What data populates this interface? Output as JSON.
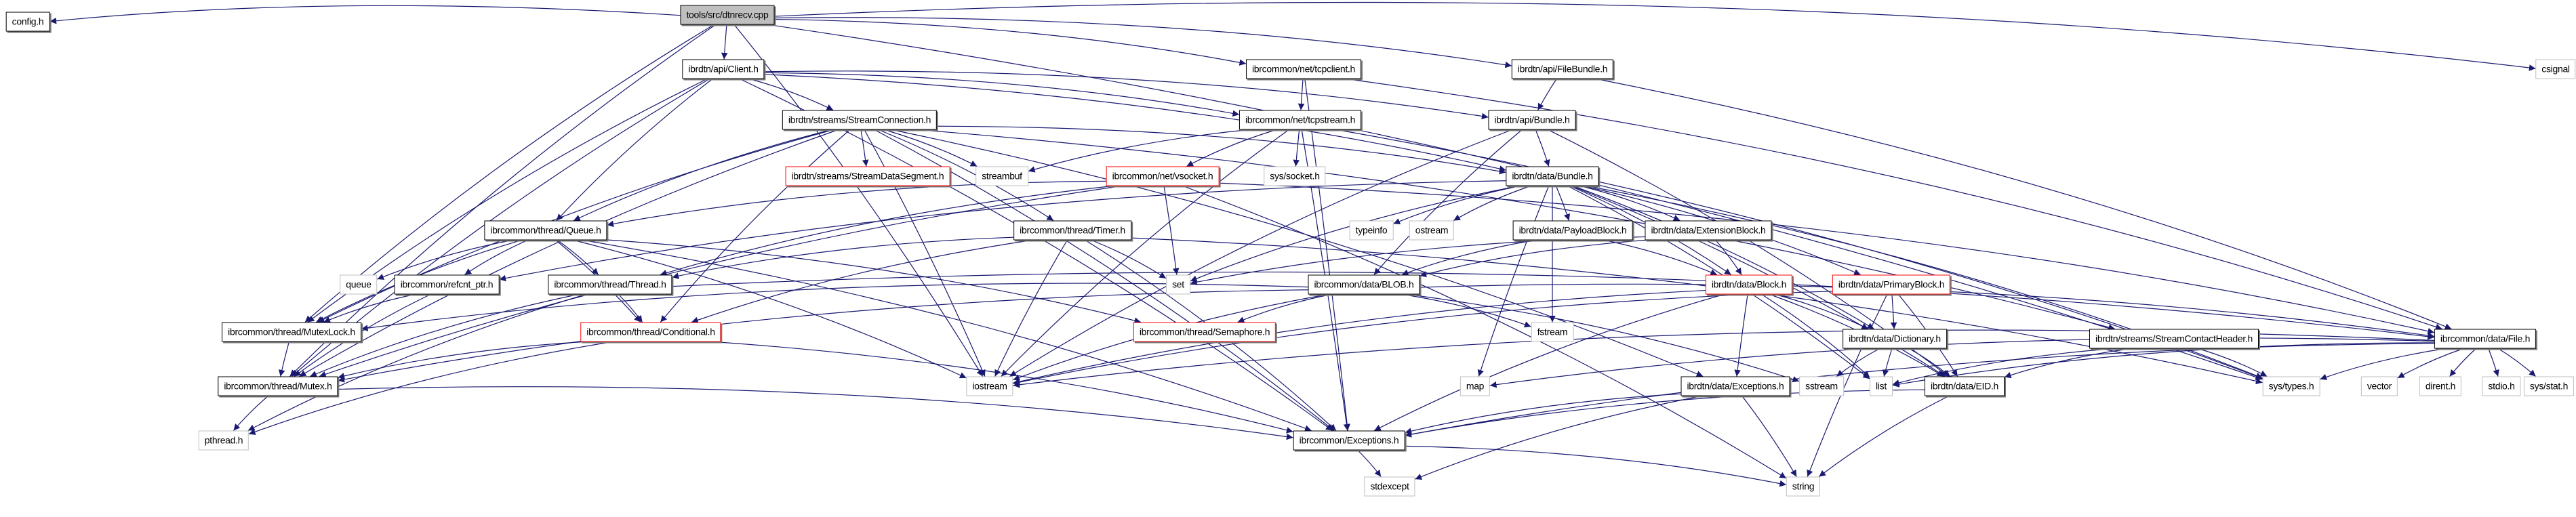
{
  "diagram": {
    "title": "Include dependency graph for tools/src/dtnrecv.cpp",
    "edge_color": "#191970",
    "nodes": [
      {
        "id": "root",
        "label": "tools/src/dtnrecv.cpp",
        "kind": "root"
      },
      {
        "id": "config",
        "label": "config.h",
        "kind": "file"
      },
      {
        "id": "client",
        "label": "ibrdtn/api/Client.h",
        "kind": "file"
      },
      {
        "id": "tcpclient",
        "label": "ibrcommon/net/tcpclient.h",
        "kind": "file"
      },
      {
        "id": "filebundle",
        "label": "ibrdtn/api/FileBundle.h",
        "kind": "file"
      },
      {
        "id": "csignal",
        "label": "csignal",
        "kind": "system"
      },
      {
        "id": "streamconn",
        "label": "ibrdtn/streams/StreamConnection.h",
        "kind": "file"
      },
      {
        "id": "tcpstream",
        "label": "ibrcommon/net/tcpstream.h",
        "kind": "file"
      },
      {
        "id": "apibundle",
        "label": "ibrdtn/api/Bundle.h",
        "kind": "file"
      },
      {
        "id": "streamdataseg",
        "label": "ibrdtn/streams/StreamDataSegment.h",
        "kind": "truncated"
      },
      {
        "id": "streambuf",
        "label": "streambuf",
        "kind": "system"
      },
      {
        "id": "vsocket",
        "label": "ibrcommon/net/vsocket.h",
        "kind": "truncated"
      },
      {
        "id": "syssocket",
        "label": "sys/socket.h",
        "kind": "system"
      },
      {
        "id": "databundle",
        "label": "ibrdtn/data/Bundle.h",
        "kind": "file"
      },
      {
        "id": "queue",
        "label": "ibrcommon/thread/Queue.h",
        "kind": "file"
      },
      {
        "id": "timer",
        "label": "ibrcommon/thread/Timer.h",
        "kind": "file"
      },
      {
        "id": "typeinfo",
        "label": "typeinfo",
        "kind": "system"
      },
      {
        "id": "ostream",
        "label": "ostream",
        "kind": "system"
      },
      {
        "id": "payloadblock",
        "label": "ibrdtn/data/PayloadBlock.h",
        "kind": "file"
      },
      {
        "id": "extblock",
        "label": "ibrdtn/data/ExtensionBlock.h",
        "kind": "file"
      },
      {
        "id": "queuestd",
        "label": "queue",
        "kind": "system"
      },
      {
        "id": "refcnt",
        "label": "ibrcommon/refcnt_ptr.h",
        "kind": "file"
      },
      {
        "id": "thread",
        "label": "ibrcommon/thread/Thread.h",
        "kind": "file"
      },
      {
        "id": "set",
        "label": "set",
        "kind": "system"
      },
      {
        "id": "blob",
        "label": "ibrcommon/data/BLOB.h",
        "kind": "file"
      },
      {
        "id": "block",
        "label": "ibrdtn/data/Block.h",
        "kind": "truncated"
      },
      {
        "id": "primaryblock",
        "label": "ibrdtn/data/PrimaryBlock.h",
        "kind": "truncated"
      },
      {
        "id": "mutexlock",
        "label": "ibrcommon/thread/MutexLock.h",
        "kind": "file"
      },
      {
        "id": "conditional",
        "label": "ibrcommon/thread/Conditional.h",
        "kind": "truncated"
      },
      {
        "id": "semaphore",
        "label": "ibrcommon/thread/Semaphore.h",
        "kind": "truncated"
      },
      {
        "id": "fstream",
        "label": "fstream",
        "kind": "system"
      },
      {
        "id": "dictionary",
        "label": "ibrdtn/data/Dictionary.h",
        "kind": "file"
      },
      {
        "id": "streamcontact",
        "label": "ibrdtn/streams/StreamContactHeader.h",
        "kind": "file"
      },
      {
        "id": "file",
        "label": "ibrcommon/data/File.h",
        "kind": "file"
      },
      {
        "id": "mutex",
        "label": "ibrcommon/thread/Mutex.h",
        "kind": "file"
      },
      {
        "id": "iostream",
        "label": "iostream",
        "kind": "system"
      },
      {
        "id": "map",
        "label": "map",
        "kind": "system"
      },
      {
        "id": "exceptionsdtn",
        "label": "ibrdtn/data/Exceptions.h",
        "kind": "file"
      },
      {
        "id": "sstream",
        "label": "sstream",
        "kind": "system"
      },
      {
        "id": "list",
        "label": "list",
        "kind": "system"
      },
      {
        "id": "eid",
        "label": "ibrdtn/data/EID.h",
        "kind": "file"
      },
      {
        "id": "systypes",
        "label": "sys/types.h",
        "kind": "system"
      },
      {
        "id": "vector",
        "label": "vector",
        "kind": "system"
      },
      {
        "id": "dirent",
        "label": "dirent.h",
        "kind": "system"
      },
      {
        "id": "stdio",
        "label": "stdio.h",
        "kind": "system"
      },
      {
        "id": "sysstat",
        "label": "sys/stat.h",
        "kind": "system"
      },
      {
        "id": "pthread",
        "label": "pthread.h",
        "kind": "system"
      },
      {
        "id": "exceptionscommon",
        "label": "ibrcommon/Exceptions.h",
        "kind": "file"
      },
      {
        "id": "stdexcept",
        "label": "stdexcept",
        "kind": "system"
      },
      {
        "id": "string",
        "label": "string",
        "kind": "system"
      }
    ],
    "edges": [
      [
        "root",
        "config"
      ],
      [
        "root",
        "client"
      ],
      [
        "root",
        "tcpclient"
      ],
      [
        "root",
        "filebundle"
      ],
      [
        "root",
        "csignal"
      ],
      [
        "root",
        "mutexlock"
      ],
      [
        "root",
        "mutex"
      ],
      [
        "root",
        "iostream"
      ],
      [
        "root",
        "systypes"
      ],
      [
        "client",
        "streamconn"
      ],
      [
        "client",
        "tcpstream"
      ],
      [
        "client",
        "apibundle"
      ],
      [
        "client",
        "databundle"
      ],
      [
        "client",
        "queue"
      ],
      [
        "client",
        "mutexlock"
      ],
      [
        "client",
        "mutex"
      ],
      [
        "client",
        "exceptionscommon"
      ],
      [
        "tcpclient",
        "tcpstream"
      ],
      [
        "tcpclient",
        "exceptionscommon"
      ],
      [
        "tcpclient",
        "file"
      ],
      [
        "filebundle",
        "apibundle"
      ],
      [
        "filebundle",
        "file"
      ],
      [
        "streamconn",
        "streamdataseg"
      ],
      [
        "streamconn",
        "streambuf"
      ],
      [
        "streamconn",
        "timer"
      ],
      [
        "streamconn",
        "queue"
      ],
      [
        "streamconn",
        "mutexlock"
      ],
      [
        "streamconn",
        "mutex"
      ],
      [
        "streamconn",
        "iostream"
      ],
      [
        "streamconn",
        "exceptionscommon"
      ],
      [
        "streamconn",
        "databundle"
      ],
      [
        "streamconn",
        "streamcontact"
      ],
      [
        "streamconn",
        "conditional"
      ],
      [
        "streamconn",
        "exceptionsdtn"
      ],
      [
        "tcpstream",
        "streambuf"
      ],
      [
        "tcpstream",
        "vsocket"
      ],
      [
        "tcpstream",
        "syssocket"
      ],
      [
        "tcpstream",
        "iostream"
      ],
      [
        "tcpstream",
        "exceptionscommon"
      ],
      [
        "tcpstream",
        "systypes"
      ],
      [
        "apibundle",
        "databundle"
      ],
      [
        "apibundle",
        "blob"
      ],
      [
        "apibundle",
        "iostream"
      ],
      [
        "apibundle",
        "eid"
      ],
      [
        "vsocket",
        "set"
      ],
      [
        "vsocket",
        "thread"
      ],
      [
        "vsocket",
        "queue"
      ],
      [
        "vsocket",
        "mutex"
      ],
      [
        "vsocket",
        "file"
      ],
      [
        "vsocket",
        "string"
      ],
      [
        "databundle",
        "typeinfo"
      ],
      [
        "databundle",
        "ostream"
      ],
      [
        "databundle",
        "payloadblock"
      ],
      [
        "databundle",
        "extblock"
      ],
      [
        "databundle",
        "primaryblock"
      ],
      [
        "databundle",
        "block"
      ],
      [
        "databundle",
        "dictionary"
      ],
      [
        "databundle",
        "eid"
      ],
      [
        "databundle",
        "list"
      ],
      [
        "databundle",
        "set"
      ],
      [
        "databundle",
        "refcnt"
      ],
      [
        "databundle",
        "map"
      ],
      [
        "databundle",
        "fstream"
      ],
      [
        "databundle",
        "systypes"
      ],
      [
        "queue",
        "queuestd"
      ],
      [
        "queue",
        "refcnt"
      ],
      [
        "queue",
        "thread"
      ],
      [
        "queue",
        "mutexlock"
      ],
      [
        "queue",
        "conditional"
      ],
      [
        "queue",
        "exceptionscommon"
      ],
      [
        "queue",
        "semaphore"
      ],
      [
        "queue",
        "iostream"
      ],
      [
        "timer",
        "set"
      ],
      [
        "timer",
        "thread"
      ],
      [
        "timer",
        "conditional"
      ],
      [
        "timer",
        "iostream"
      ],
      [
        "timer",
        "exceptionscommon"
      ],
      [
        "timer",
        "systypes"
      ],
      [
        "payloadblock",
        "blob"
      ],
      [
        "payloadblock",
        "block"
      ],
      [
        "extblock",
        "blob"
      ],
      [
        "extblock",
        "block"
      ],
      [
        "extblock",
        "set"
      ],
      [
        "refcnt",
        "mutexlock"
      ],
      [
        "refcnt",
        "mutex"
      ],
      [
        "thread",
        "conditional"
      ],
      [
        "thread",
        "mutex"
      ],
      [
        "thread",
        "pthread"
      ],
      [
        "thread",
        "file"
      ],
      [
        "blob",
        "semaphore"
      ],
      [
        "blob",
        "fstream"
      ],
      [
        "blob",
        "mutexlock"
      ],
      [
        "blob",
        "iostream"
      ],
      [
        "blob",
        "sstream"
      ],
      [
        "blob",
        "file"
      ],
      [
        "blob",
        "mutex"
      ],
      [
        "block",
        "dictionary"
      ],
      [
        "block",
        "exceptionsdtn"
      ],
      [
        "block",
        "eid"
      ],
      [
        "block",
        "list"
      ],
      [
        "block",
        "iostream"
      ],
      [
        "block",
        "exceptionscommon"
      ],
      [
        "primaryblock",
        "dictionary"
      ],
      [
        "primaryblock",
        "eid"
      ],
      [
        "primaryblock",
        "string"
      ],
      [
        "primaryblock",
        "iostream"
      ],
      [
        "mutexlock",
        "mutex"
      ],
      [
        "conditional",
        "mutex"
      ],
      [
        "conditional",
        "pthread"
      ],
      [
        "conditional",
        "exceptionscommon"
      ],
      [
        "dictionary",
        "sstream"
      ],
      [
        "dictionary",
        "list"
      ],
      [
        "dictionary",
        "eid"
      ],
      [
        "streamcontact",
        "eid"
      ],
      [
        "streamcontact",
        "systypes"
      ],
      [
        "streamcontact",
        "list"
      ],
      [
        "file",
        "systypes"
      ],
      [
        "file",
        "vector"
      ],
      [
        "file",
        "dirent"
      ],
      [
        "file",
        "stdio"
      ],
      [
        "file",
        "sysstat"
      ],
      [
        "file",
        "list"
      ],
      [
        "file",
        "map"
      ],
      [
        "file",
        "iostream"
      ],
      [
        "file",
        "exceptionscommon"
      ],
      [
        "mutex",
        "exceptionscommon"
      ],
      [
        "mutex",
        "pthread"
      ],
      [
        "exceptionsdtn",
        "exceptionscommon"
      ],
      [
        "exceptionsdtn",
        "stdexcept"
      ],
      [
        "exceptionsdtn",
        "string"
      ],
      [
        "eid",
        "exceptionscommon"
      ],
      [
        "eid",
        "string"
      ],
      [
        "exceptionscommon",
        "stdexcept"
      ],
      [
        "exceptionscommon",
        "string"
      ]
    ]
  }
}
